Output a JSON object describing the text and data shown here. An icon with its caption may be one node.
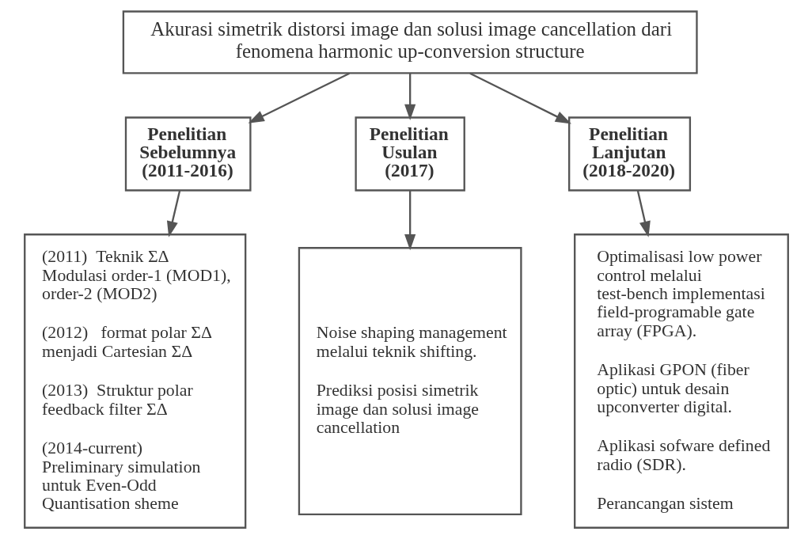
{
  "diagram": {
    "nodes": [
      {
        "text": [
          "Akurasi simetrik distorsi image dan solusi image cancellation dari fenomena harmonic up-conversion structure"
        ]
      },
      {
        "text": [
          "Penelitian Sebelumnya (2011-2016)"
        ]
      },
      {
        "text": [
          "Penelitian Usulan (2017)"
        ]
      },
      {
        "text": [
          "Penelitian Lanjutan (2018-2020)"
        ]
      },
      {
        "text": [
          "(2011)  Teknik ΣΔ Modulasi order-1 (MOD1), order-2 (MOD2)",
          "(2012)   format polar ΣΔ menjadi Cartesian ΣΔ",
          "(2013)  Struktur polar feedback filter ΣΔ",
          "(2014-current) Preliminary simulation untuk Even-Odd Quantisation sheme"
        ]
      },
      {
        "text": [
          "Noise shaping management melalui teknik shifting.",
          "Prediksi posisi simetrik image dan solusi image cancellation"
        ]
      },
      {
        "text": [
          "Optimalisasi low power control melalui test-bench implementasi field-programable gate array (FPGA).",
          "Aplikasi GPON (fiber optic) untuk desain upconverter digital.",
          "Aplikasi sofware defined radio (SDR).",
          "Perancangan sistem"
        ]
      }
    ],
    "edges": [
      {
        "from": 0,
        "to": 1,
        "arrow": "to"
      },
      {
        "from": 0,
        "to": 2,
        "arrow": "to"
      },
      {
        "from": 0,
        "to": 3,
        "arrow": "to"
      },
      {
        "from": 1,
        "to": 4,
        "arrow": "to"
      },
      {
        "from": 2,
        "to": 5,
        "arrow": "to"
      },
      {
        "from": 3,
        "to": 6,
        "arrow": "to"
      }
    ]
  }
}
